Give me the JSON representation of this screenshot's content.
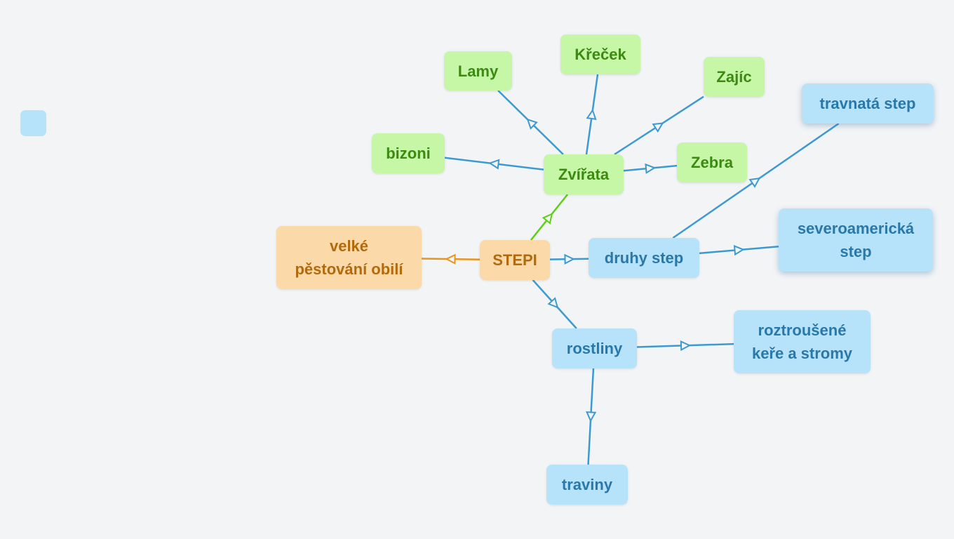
{
  "colors": {
    "background": "#f2f4f6",
    "blue_edge": "#3d9ad1",
    "green_edge": "#5fcf16",
    "orange_edge": "#e8951f"
  },
  "nodes": {
    "stepi": "STEPI",
    "zvirata": "Zvířata",
    "lamy": "Lamy",
    "krecek": "Křeček",
    "zajic": "Zajíc",
    "bizoni": "bizoni",
    "zebra": "Zebra",
    "druhy_step": "druhy step",
    "travnata_step": "travnatá step",
    "severoamericka_step": "severoamerická\nstep",
    "rostliny": "rostliny",
    "roztrousene": "roztroušené\nkeře a stromy",
    "traviny": "traviny",
    "velke_pestovani": "velké\npěstování obilí"
  },
  "edges": [
    {
      "from": "stepi",
      "to": "zvirata",
      "color": "green"
    },
    {
      "from": "stepi",
      "to": "velke_pestovani",
      "color": "orange"
    },
    {
      "from": "stepi",
      "to": "druhy_step",
      "color": "blue"
    },
    {
      "from": "stepi",
      "to": "rostliny",
      "color": "blue"
    },
    {
      "from": "zvirata",
      "to": "lamy",
      "color": "blue"
    },
    {
      "from": "zvirata",
      "to": "krecek",
      "color": "blue"
    },
    {
      "from": "zvirata",
      "to": "zajic",
      "color": "blue"
    },
    {
      "from": "zvirata",
      "to": "bizoni",
      "color": "blue"
    },
    {
      "from": "zvirata",
      "to": "zebra",
      "color": "blue"
    },
    {
      "from": "druhy_step",
      "to": "travnata_step",
      "color": "blue"
    },
    {
      "from": "druhy_step",
      "to": "severoamericka_step",
      "color": "blue"
    },
    {
      "from": "rostliny",
      "to": "roztrousene",
      "color": "blue"
    },
    {
      "from": "rostliny",
      "to": "traviny",
      "color": "blue"
    }
  ]
}
